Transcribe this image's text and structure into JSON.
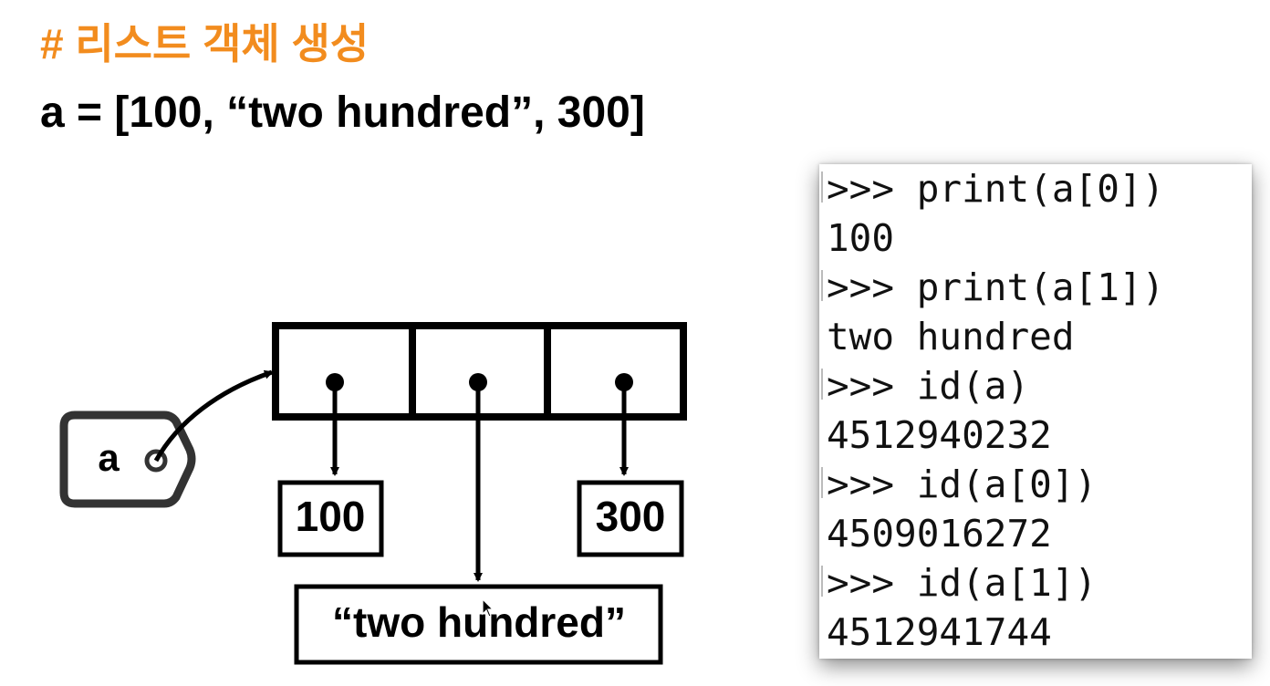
{
  "slide": {
    "title": "# 리스트 객체 생성",
    "code": "a = [100, “two hundred”, 300]",
    "title_color": "#F28C1E"
  },
  "diagram": {
    "variable_tag": "a",
    "values": [
      "100",
      "“two hundred”",
      "300"
    ]
  },
  "terminal": {
    "lines": [
      ">>> print(a[0])",
      "100",
      ">>> print(a[1])",
      "two hundred",
      ">>> id(a)",
      "4512940232",
      ">>> id(a[0])",
      "4509016272",
      ">>> id(a[1])",
      "4512941744"
    ]
  }
}
